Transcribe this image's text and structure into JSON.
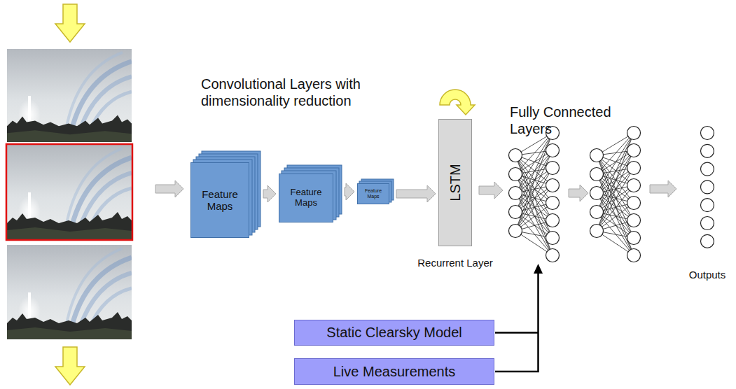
{
  "diagram": {
    "nodes": [
      {
        "text": [
          "Feature Maps"
        ]
      },
      {
        "text": [
          "Feature Maps"
        ]
      },
      {
        "text": [
          "Feature Maps"
        ]
      },
      {
        "text": [
          "LSTM",
          "Recurrent Layer"
        ]
      },
      {
        "text": [
          "Static Clearsky Model"
        ]
      },
      {
        "text": [
          "Live Measurements"
        ]
      }
    ],
    "edges": [
      {
        "from": 0,
        "to": 1,
        "arrow": "to"
      },
      {
        "from": 1,
        "to": 2,
        "arrow": "to"
      },
      {
        "from": 2,
        "to": 3,
        "arrow": "to"
      }
    ],
    "labels": [
      "Convolutional Layers with dimensionality reduction",
      "Fully Connected Layers",
      "Outputs"
    ]
  }
}
